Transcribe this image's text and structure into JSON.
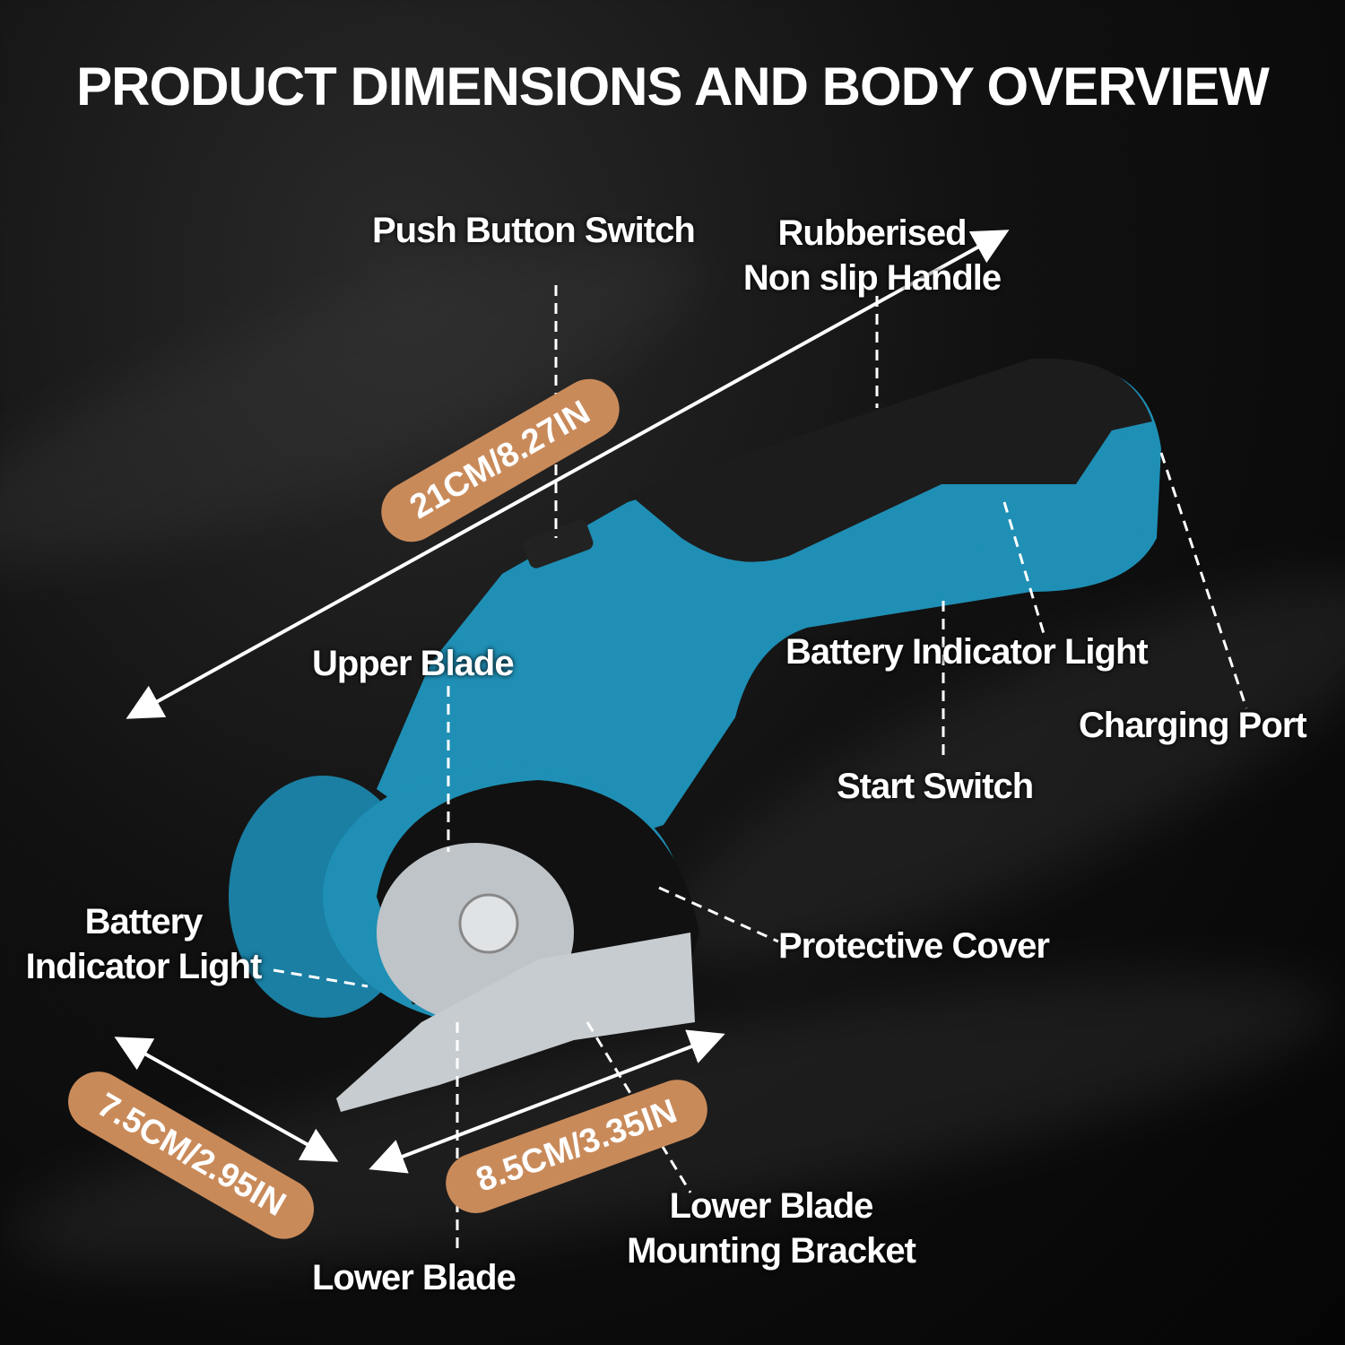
{
  "title": "PRODUCT DIMENSIONS AND BODY OVERVIEW",
  "labels": {
    "push_button": "Push Button Switch",
    "handle_line1": "Rubberised",
    "handle_line2": "Non slip Handle",
    "upper_blade": "Upper Blade",
    "battery_indicator": "Battery Indicator Light",
    "charging_port": "Charging Port",
    "start_switch": "Start Switch",
    "battery_left_line1": "Battery",
    "battery_left_line2": "Indicator Light",
    "protective_cover": "Protective Cover",
    "bracket_line1": "Lower Blade",
    "bracket_line2": "Mounting Bracket",
    "lower_blade": "Lower Blade"
  },
  "dimensions": {
    "length": "21CM/8.27IN",
    "height": "7.5CM/2.95IN",
    "width": "8.5CM/3.35IN"
  },
  "colors": {
    "accent": "#c98a5a",
    "body": "#1f8fb5",
    "handle": "#1c1c1c"
  }
}
